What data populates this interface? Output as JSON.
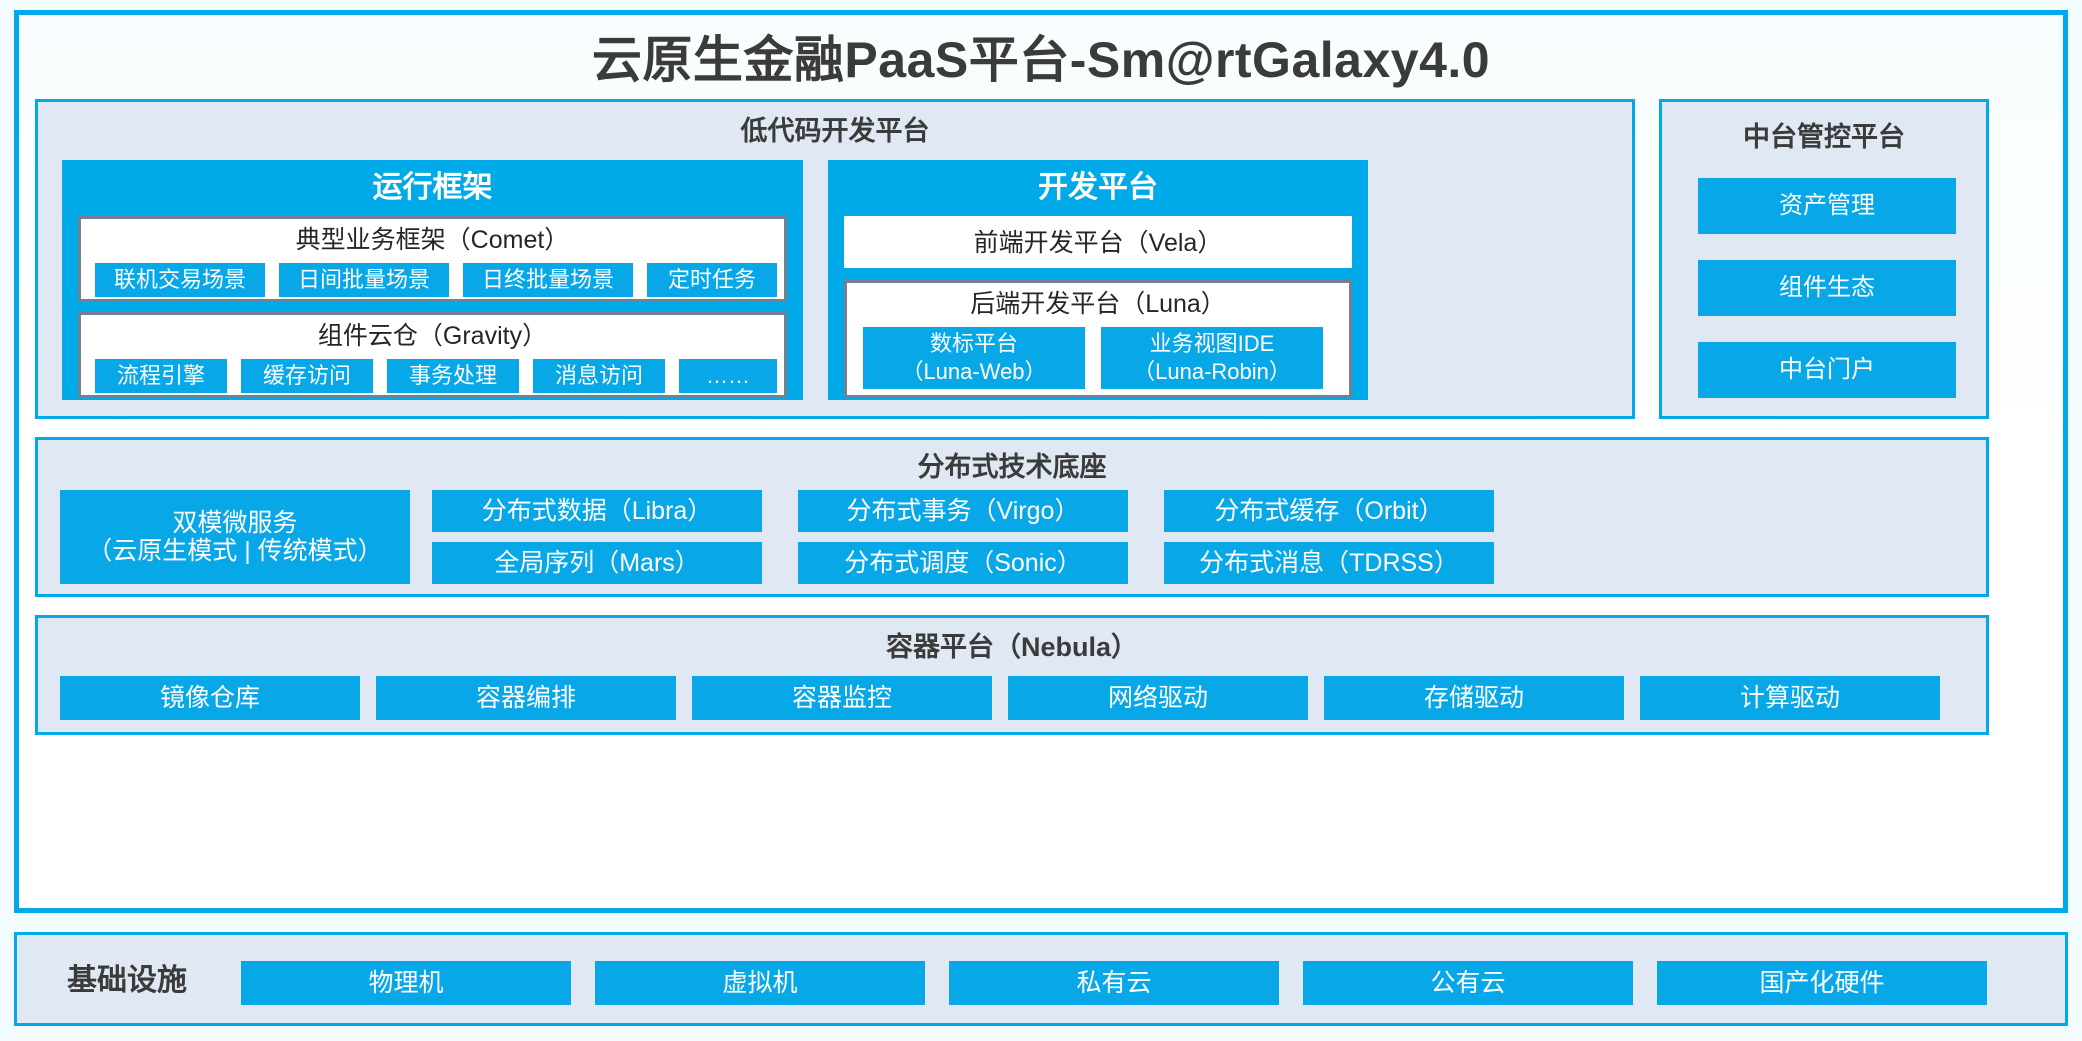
{
  "title": "云原生金融PaaS平台-Sm@rtGalaxy4.0",
  "lowcode": {
    "title": "低代码开发平台",
    "runtime": {
      "title": "运行框架",
      "comet": {
        "title": "典型业务框架（Comet）",
        "chips": [
          "联机交易场景",
          "日间批量场景",
          "日终批量场景",
          "定时任务"
        ]
      },
      "gravity": {
        "title": "组件云仓（Gravity）",
        "chips": [
          "流程引擎",
          "缓存访问",
          "事务处理",
          "消息访问",
          "……"
        ]
      }
    },
    "devplat": {
      "title": "开发平台",
      "vela": "前端开发平台（Vela）",
      "luna": {
        "title": "后端开发平台（Luna）",
        "chips": [
          "数标平台\n（Luna-Web）",
          "业务视图IDE\n（Luna-Robin）"
        ]
      }
    }
  },
  "midoffice": {
    "title": "中台管控平台",
    "chips": [
      "资产管理",
      "组件生态",
      "中台门户"
    ]
  },
  "distributed": {
    "title": "分布式技术底座",
    "microservice": "双模微服务\n（云原生模式 | 传统模式）",
    "grid": [
      "分布式数据（Libra）",
      "分布式事务（Virgo）",
      "分布式缓存（Orbit）",
      "全局序列（Mars）",
      "分布式调度（Sonic）",
      "分布式消息（TDRSS）"
    ]
  },
  "container": {
    "title": "容器平台（Nebula）",
    "chips": [
      "镜像仓库",
      "容器编排",
      "容器监控",
      "网络驱动",
      "存储驱动",
      "计算驱动"
    ]
  },
  "infrastructure": {
    "label": "基础设施",
    "chips": [
      "物理机",
      "虚拟机",
      "私有云",
      "公有云",
      "国产化硬件"
    ]
  },
  "colors": {
    "accent": "#00a9e8",
    "chip": "#08a8e8",
    "panel_bg": "#dfe8f3",
    "card_border": "#74808f",
    "page_bg": "#f2fbfd"
  }
}
